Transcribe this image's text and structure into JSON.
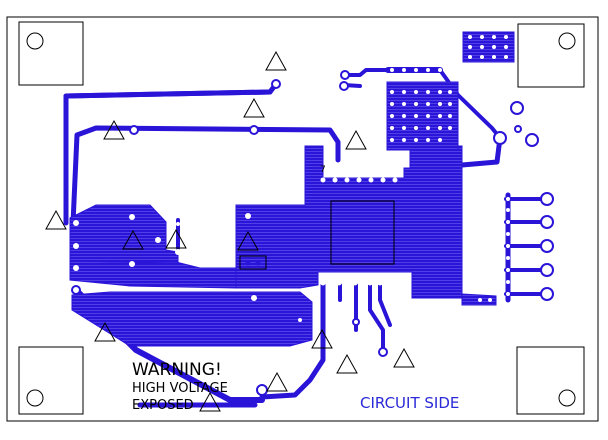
{
  "board": {
    "warning_line1": "WARNING!",
    "warning_line2": "HIGH VOLTAGE",
    "warning_line3": "EXPOSED",
    "side_label": "CIRCUIT SIDE",
    "pin_label": "7"
  },
  "colors": {
    "trace": "#2a14d8",
    "outline": "#000000",
    "background": "#ffffff",
    "hole": "#ffffff",
    "side_label": "#2a2ad8"
  },
  "icons": [
    "mounting-hole-icon",
    "hazard-triangle-icon",
    "via-icon",
    "ic-outline-icon"
  ]
}
